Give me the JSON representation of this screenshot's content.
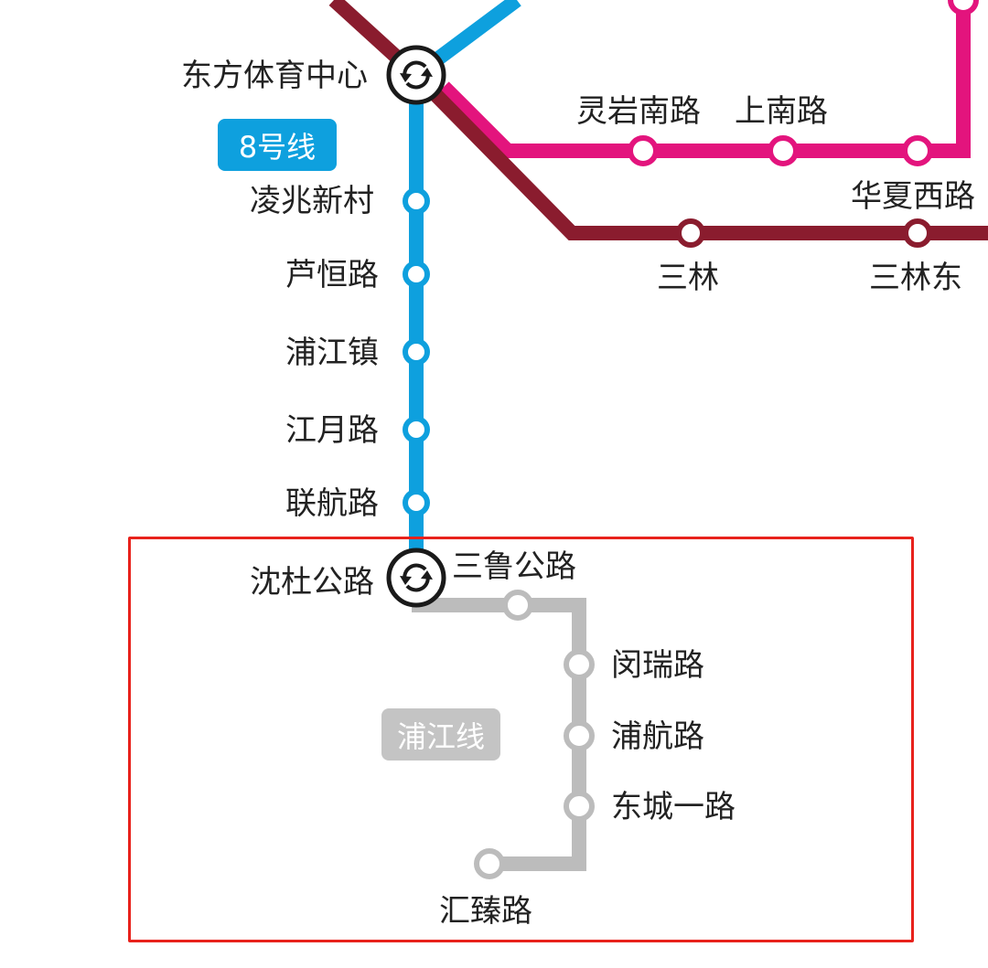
{
  "colors": {
    "line8": "#0ea0de",
    "maroon_line": "#8a1c2e",
    "pink_line": "#e3147d",
    "pujiang_line": "#bcbcbc",
    "highlight": "#e8221c"
  },
  "lines": {
    "line8_label": "8号线",
    "pujiang_label": "浦江线"
  },
  "stations": {
    "dongfang_tiyu": "东方体育中心",
    "lingzhao": "凌兆新村",
    "luheng": "芦恒路",
    "pujiang_zhen": "浦江镇",
    "jiangyue": "江月路",
    "lianhang": "联航路",
    "shendu": "沈杜公路",
    "sanlu": "三鲁公路",
    "minrui": "闵瑞路",
    "puhang": "浦航路",
    "dongcheng1": "东城一路",
    "huizhen": "汇臻路",
    "lingyan_nan": "灵岩南路",
    "shangnan": "上南路",
    "huaxia_xi": "华夏西路",
    "sanlin": "三林",
    "sanlin_dong": "三林东"
  },
  "icons": {
    "interchange": "interchange-icon"
  }
}
